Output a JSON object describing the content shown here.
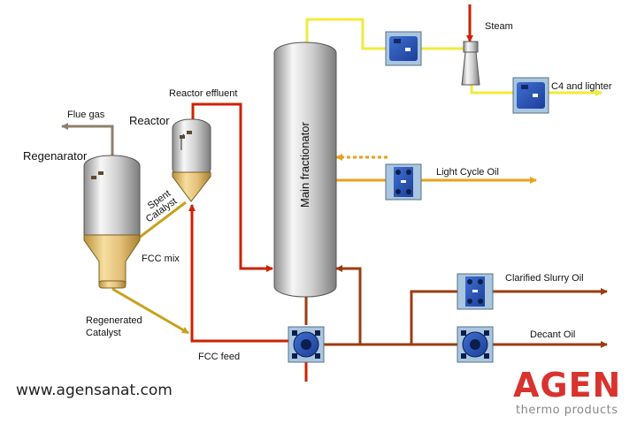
{
  "labels": {
    "steam": "Steam",
    "c4_lighter": "C4 and lighter",
    "reactor_effluent": "Reactor effluent",
    "reactor": "Reactor",
    "flue_gas": "Flue gas",
    "regenerator": "Regenarator",
    "main_fractionator": "Main fractionator",
    "light_cycle_oil": "Light Cycle Oil",
    "spent_catalyst_1": "Spent",
    "spent_catalyst_2": "Catalyst",
    "fcc_mix": "FCC mix",
    "clarified_slurry_oil": "Clarified Slurry Oil",
    "regenerated_catalyst_1": "Regenerated",
    "regenerated_catalyst_2": "Catalyst",
    "decant_oil": "Decant Oil",
    "fcc_feed": "FCC feed"
  },
  "footer": {
    "website": "www.agensanat.com",
    "brand": "AGEN",
    "brand_sub": "thermo products"
  },
  "colors": {
    "red_line": "#cc2200",
    "yellow_line": "#f2ea3c",
    "orange_line": "#e9a21a",
    "brown_line": "#9b3d12",
    "gold_line": "#c7a21b",
    "gray_line": "#8f7f6d",
    "brand_red": "#d8332f"
  }
}
